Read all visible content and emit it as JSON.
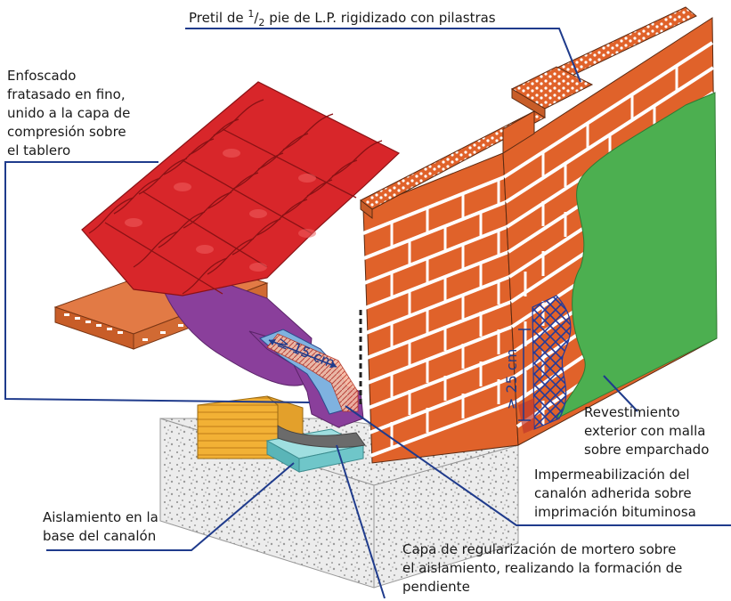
{
  "labels": {
    "pretil_pre": "Pretil de ",
    "pretil_sup": "1",
    "pretil_slash": "/",
    "pretil_sub": "2",
    "pretil_post": " pie de L.P. rigidizado con pilastras",
    "enfoscado": [
      "Enfoscado",
      "fratasado en fino,",
      "unido a la capa de",
      "compresión sobre",
      "el tablero"
    ],
    "revestimiento": [
      "Revestimiento",
      "exterior con malla",
      "sobre emparchado"
    ],
    "impermeabilizacion": [
      "Impermeabilización del",
      "canalón adherida sobre",
      "imprimación bituminosa"
    ],
    "aislamiento": [
      "Aislamiento en la",
      "base del canalón"
    ],
    "capa": [
      "Capa de regularización de mortero sobre",
      "el aislamiento, realizando la formación de",
      "pendiente"
    ]
  },
  "dimensions": {
    "overlap": "≥ 15 cm",
    "height": "≥ 25 cm"
  },
  "colors": {
    "brick": "#e0622a",
    "mortar": "#ffffff",
    "tile": "#d8262a",
    "membrane": "#8a3f9b",
    "render": "#4caf50",
    "insulation": "#6fc6c9",
    "deck": "#e27a45",
    "block": "#f2b135",
    "gravel": "#e9e9e9",
    "leader": "#1f3b8c"
  }
}
